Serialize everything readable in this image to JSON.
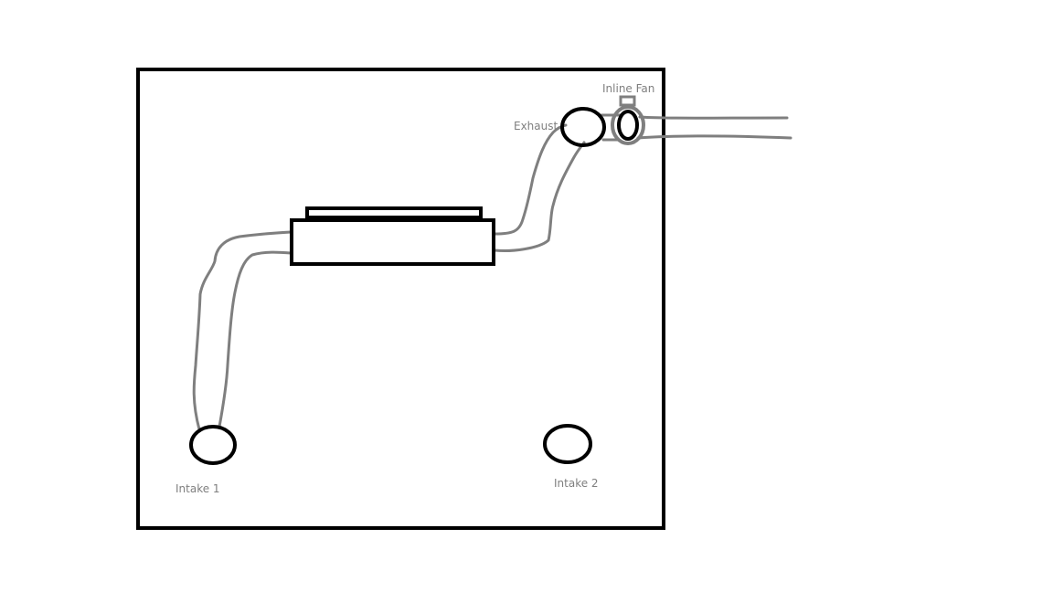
{
  "labels": {
    "inline_fan": "Inline Fan",
    "exhaust": "Exhaust",
    "intake_1": "Intake 1",
    "intake_2": "Intake 2"
  },
  "colors": {
    "outline": "#000000",
    "hose": "#7f7f7f",
    "label": "#7f7f7f",
    "background": "#ffffff"
  }
}
